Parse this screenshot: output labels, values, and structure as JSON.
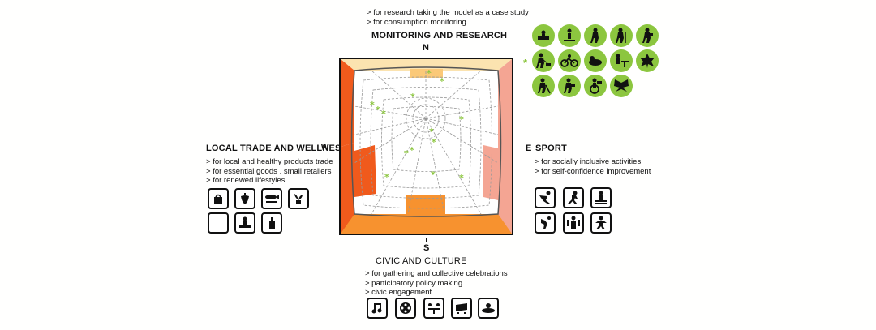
{
  "north": {
    "compass": "N",
    "heading": "MONITORING AND RESEARCH",
    "bullets": [
      "> for research taking the model as a case study",
      "> for consumption monitoring"
    ]
  },
  "west": {
    "compass": "W",
    "heading": "LOCAL TRADE AND WELLNESS",
    "bullets": [
      "> for local and healthy products trade",
      "> for essential goods . small retailers",
      "> for renewed lifestyles"
    ],
    "icons": [
      "basket-icon",
      "strawberry-icon",
      "fish-icon",
      "plant-pot-icon",
      "empty-icon",
      "vendor-icon",
      "bottle-icon"
    ]
  },
  "east": {
    "compass": "E",
    "heading": "SPORT",
    "bullets": [
      "> for socially inclusive activities",
      "> for self-confidence improvement"
    ],
    "icons": [
      "runner-jump-icon",
      "runner-icon",
      "exercise-icon",
      "basketball-icon",
      "gym-icon",
      "karate-icon"
    ]
  },
  "south": {
    "compass": "S",
    "heading": "CIVIC AND CULTURE",
    "bullets": [
      "> for gathering and collective celebrations",
      "> participatory policy making",
      "> civic engagement"
    ],
    "icons": [
      "music-icon",
      "film-reel-icon",
      "meeting-table-icon",
      "banner-icon",
      "gathering-icon"
    ]
  },
  "legend": {
    "marker": "*",
    "icons": [
      "boat-icon",
      "skateboard-icon",
      "walker-icon",
      "hiker-icon",
      "photographer-icon",
      "dog-walker-icon",
      "cyclist-icon",
      "duck-icon",
      "picnic-icon",
      "leaf-icon",
      "blind-walker-icon",
      "reader-icon",
      "wheelchair-icon",
      "butterfly-icon"
    ]
  },
  "colors": {
    "green": "#8cc63f",
    "orange_dark": "#f05a1c",
    "orange": "#f7922f",
    "orange_light": "#fbb45a",
    "salmon": "#f4a593",
    "cream": "#fbe3b0"
  }
}
